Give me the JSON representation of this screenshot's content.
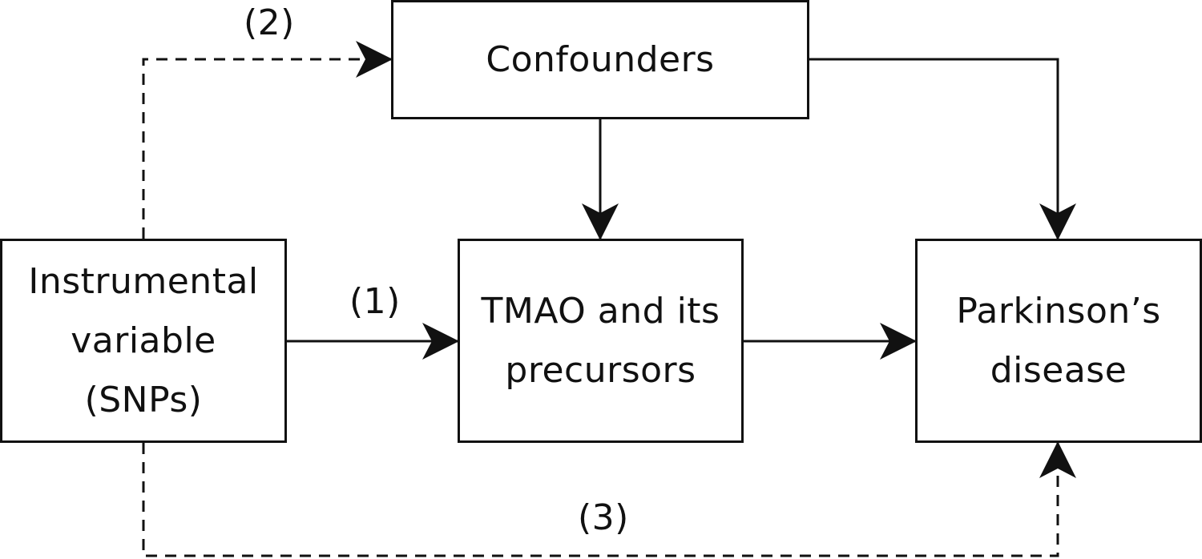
{
  "diagram": {
    "boxes": {
      "confounders": "Confounders",
      "instrumental_variable": "Instrumental\nvariable\n(SNPs)",
      "exposure": "TMAO and its\nprecursors",
      "outcome": "Parkinson’s\ndisease"
    },
    "path_labels": {
      "path_1": "(1)",
      "path_2": "(2)",
      "path_3": "(3)"
    },
    "edges": [
      {
        "from": "instrumental_variable",
        "to": "exposure",
        "style": "solid",
        "label": "(1)"
      },
      {
        "from": "instrumental_variable",
        "to": "confounders",
        "style": "dashed",
        "label": "(2)"
      },
      {
        "from": "instrumental_variable",
        "to": "outcome",
        "style": "dashed",
        "label": "(3)"
      },
      {
        "from": "confounders",
        "to": "exposure",
        "style": "solid"
      },
      {
        "from": "confounders",
        "to": "outcome",
        "style": "solid"
      },
      {
        "from": "exposure",
        "to": "outcome",
        "style": "solid"
      }
    ],
    "colors": {
      "stroke": "#111111",
      "background": "#ffffff"
    }
  }
}
